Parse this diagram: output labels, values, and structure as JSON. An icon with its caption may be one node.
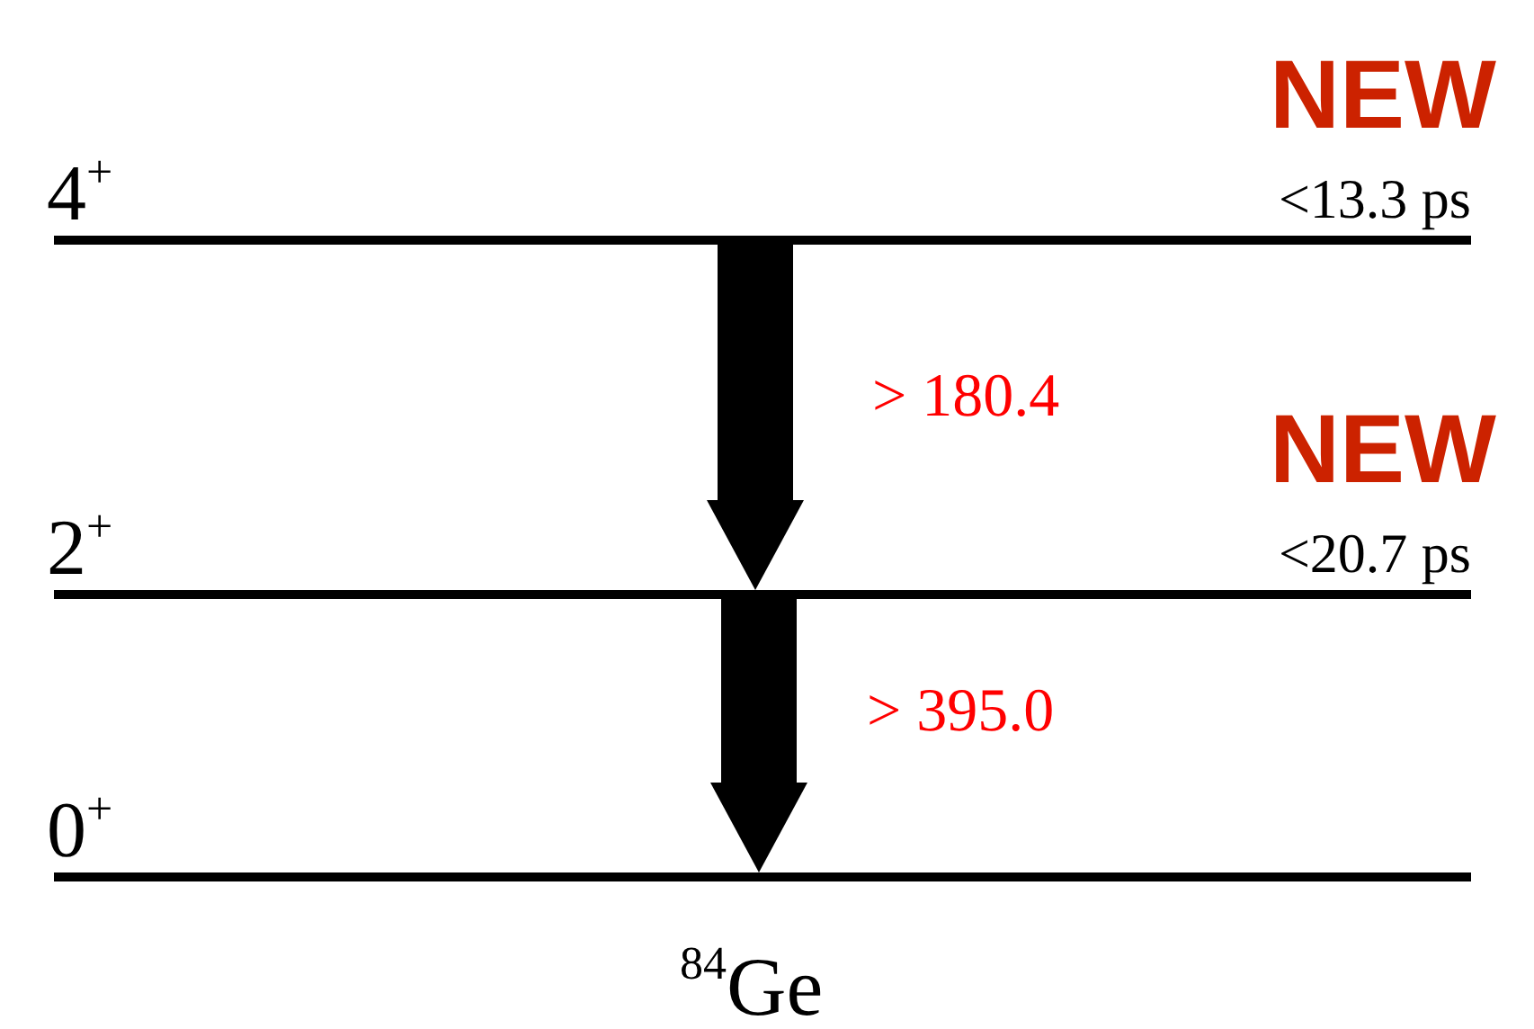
{
  "diagram": {
    "nodes": [
      {
        "text": [
          "4$^{+}$"
        ],
        "beside": [
          "NEW",
          "<13.3 ps"
        ]
      },
      {
        "text": [
          "2$^{+}$"
        ],
        "beside": [
          "NEW",
          "<20.7 ps"
        ]
      },
      {
        "text": [
          "0$^{+}$"
        ]
      }
    ],
    "edges": [
      {
        "from": 0,
        "to": 1,
        "arrow": "to",
        "label": "> 180.4"
      },
      {
        "from": 1,
        "to": 2,
        "arrow": "to",
        "label": "> 395.0"
      }
    ],
    "labels": [
      "$^{84}$Ge"
    ]
  }
}
